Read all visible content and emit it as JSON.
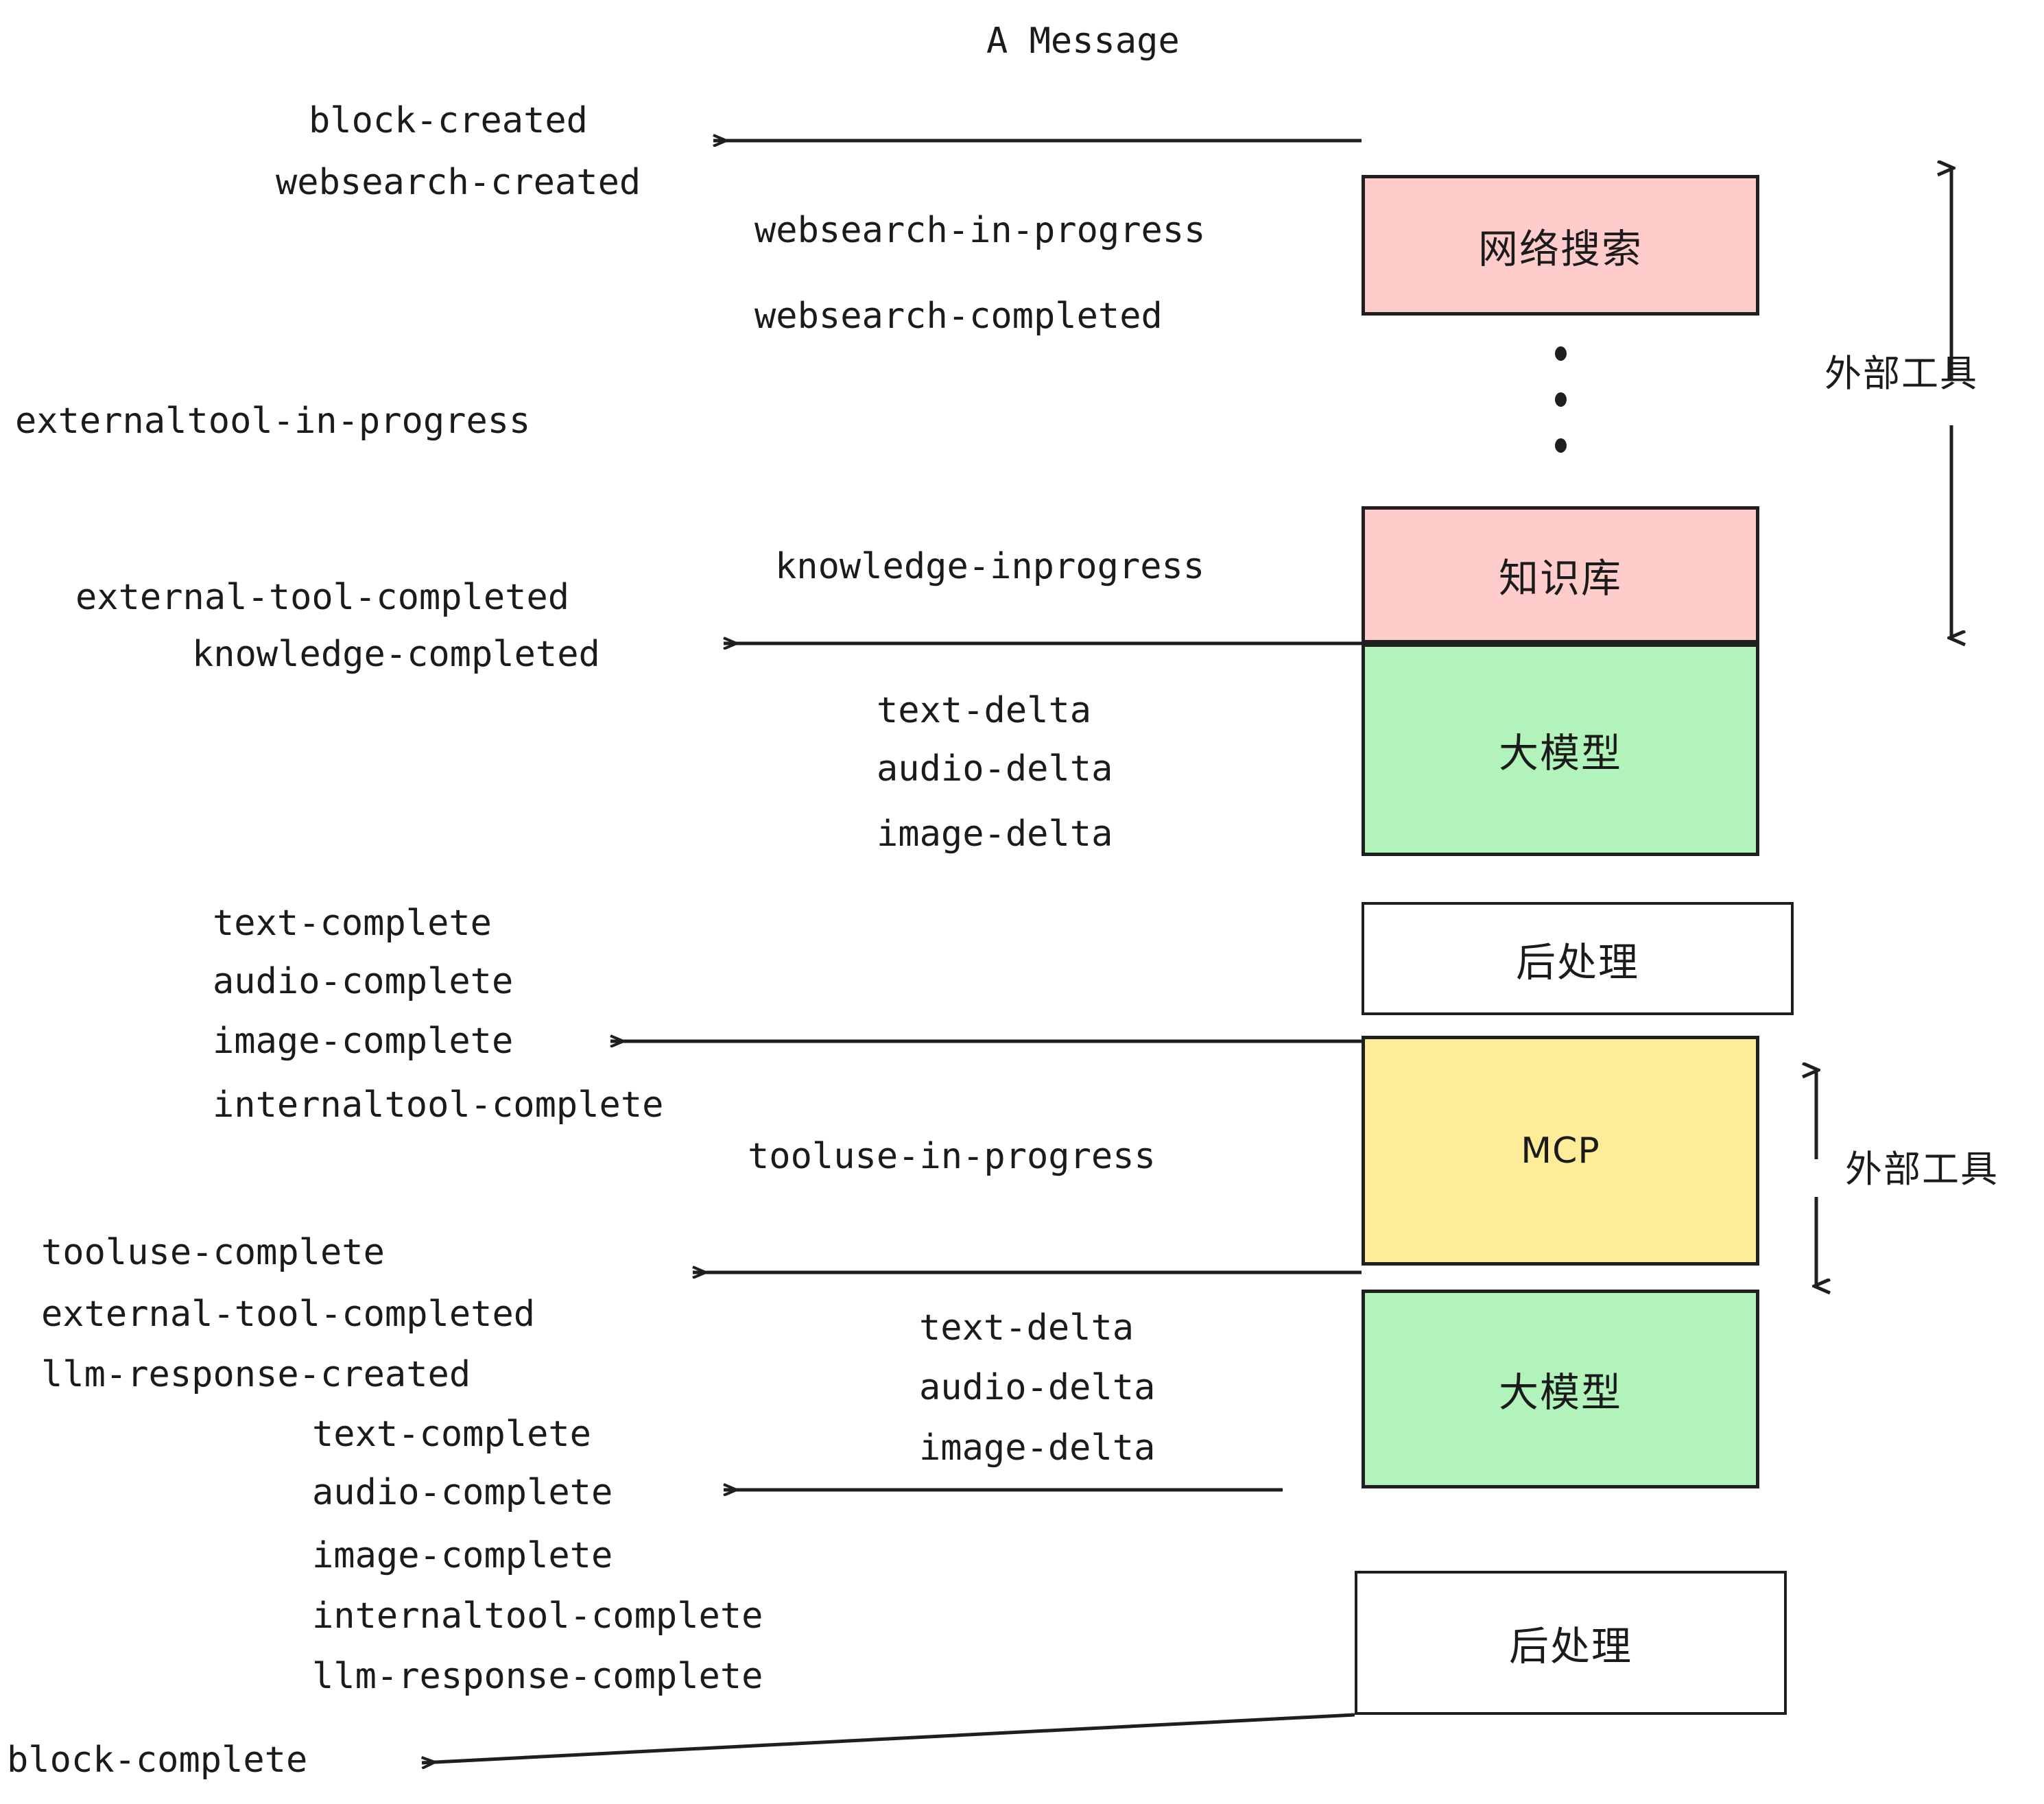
{
  "title": "A Message",
  "boxes": [
    {
      "id": "websearch",
      "label": "网络搜索",
      "color": "#FFCCCC"
    },
    {
      "id": "knowledge",
      "label": "知识库",
      "color": "#FFCCCC"
    },
    {
      "id": "llm-1",
      "label": "大模型",
      "color": "#B2F2BB"
    },
    {
      "id": "post-1",
      "label": "后处理",
      "color": "#FFFFFF"
    },
    {
      "id": "mcp",
      "label": "MCP",
      "color": "#FFEC99"
    },
    {
      "id": "llm-2",
      "label": "大模型",
      "color": "#B2F2BB"
    },
    {
      "id": "post-2",
      "label": "后处理",
      "color": "#FFFFFF"
    }
  ],
  "side_labels": {
    "external_tool_top": "外部工具",
    "external_tool_bottom": "外部工具"
  },
  "events": {
    "block_created": "block-created",
    "websearch_created": "websearch-created",
    "websearch_in_progress": "websearch-in-progress",
    "websearch_completed": "websearch-completed",
    "externaltool_in_progress": "externaltool-in-progress",
    "knowledge_inprogress": "knowledge-inprogress",
    "external_tool_completed_1": "external-tool-completed",
    "knowledge_completed": "knowledge-completed",
    "text_delta_1": "text-delta",
    "audio_delta_1": "audio-delta",
    "image_delta_1": "image-delta",
    "text_complete_1": "text-complete",
    "audio_complete_1": "audio-complete",
    "image_complete_1": "image-complete",
    "internaltool_complete_1": "internaltool-complete",
    "tooluse_in_progress": "tooluse-in-progress",
    "tooluse_complete": "tooluse-complete",
    "external_tool_completed_2": "external-tool-completed",
    "llm_response_created": "llm-response-created",
    "text_delta_2": "text-delta",
    "audio_delta_2": "audio-delta",
    "image_delta_2": "image-delta",
    "text_complete_2": "text-complete",
    "audio_complete_2": "audio-complete",
    "image_complete_2": "image-complete",
    "internaltool_complete_2": "internaltool-complete",
    "llm_response_complete": "llm-response-complete",
    "block_complete": "block-complete"
  },
  "colors": {
    "pink": "#FFCCCC",
    "green": "#B2F2BB",
    "yellow": "#FFEC99",
    "white": "#FFFFFF",
    "stroke": "#1F1F1F",
    "text": "#1B1B1B"
  }
}
